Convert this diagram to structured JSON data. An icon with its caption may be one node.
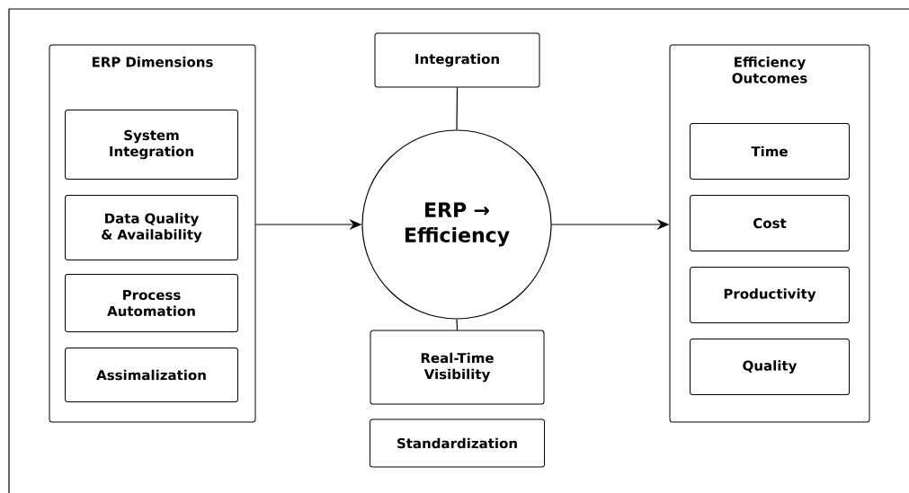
{
  "diagram": {
    "nodes": [
      {
        "text": [
          "ERP Dimensions"
        ]
      },
      {
        "text": [
          "System Integration"
        ],
        "in": 0
      },
      {
        "text": [
          "Data Quality & Availability"
        ],
        "in": 0
      },
      {
        "text": [
          "Process Automation"
        ],
        "in": 0
      },
      {
        "text": [
          "Assimalization"
        ],
        "in": 0
      },
      {
        "text": [
          "ERP → Efficiency"
        ]
      },
      {
        "text": [
          "Integration"
        ]
      },
      {
        "text": [
          "Real-Time Visibility"
        ]
      },
      {
        "text": [
          "Standardization"
        ]
      },
      {
        "text": [
          "Efficiency Outcomes"
        ]
      },
      {
        "text": [
          "Time"
        ],
        "in": 9
      },
      {
        "text": [
          "Cost"
        ],
        "in": 9
      },
      {
        "text": [
          "Productivity"
        ],
        "in": 9
      },
      {
        "text": [
          "Quality"
        ],
        "in": 9
      }
    ],
    "edges": [
      {
        "from": 0,
        "to": 5,
        "arrow": "to"
      },
      {
        "from": 5,
        "to": 9,
        "arrow": "to"
      },
      {
        "from": 6,
        "to": 5,
        "arrow": "none"
      },
      {
        "from": 5,
        "to": 7,
        "arrow": "none"
      }
    ]
  }
}
